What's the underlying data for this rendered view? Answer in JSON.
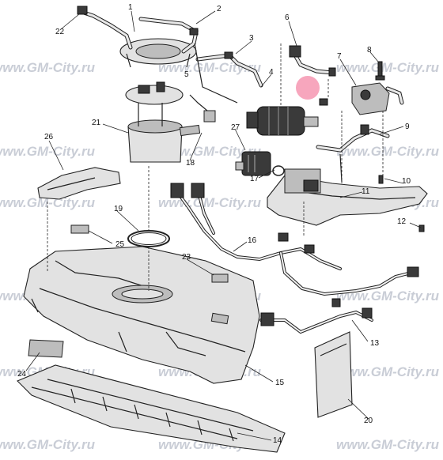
{
  "watermark": "www.GM-City.ru",
  "marker_color": "#f7a6bd",
  "callouts": [
    "1",
    "2",
    "3",
    "4",
    "5",
    "6",
    "7",
    "8",
    "9",
    "10",
    "11",
    "12",
    "13",
    "14",
    "15",
    "16",
    "17",
    "18",
    "19",
    "20",
    "21",
    "22",
    "23",
    "24",
    "25",
    "26",
    "27"
  ]
}
